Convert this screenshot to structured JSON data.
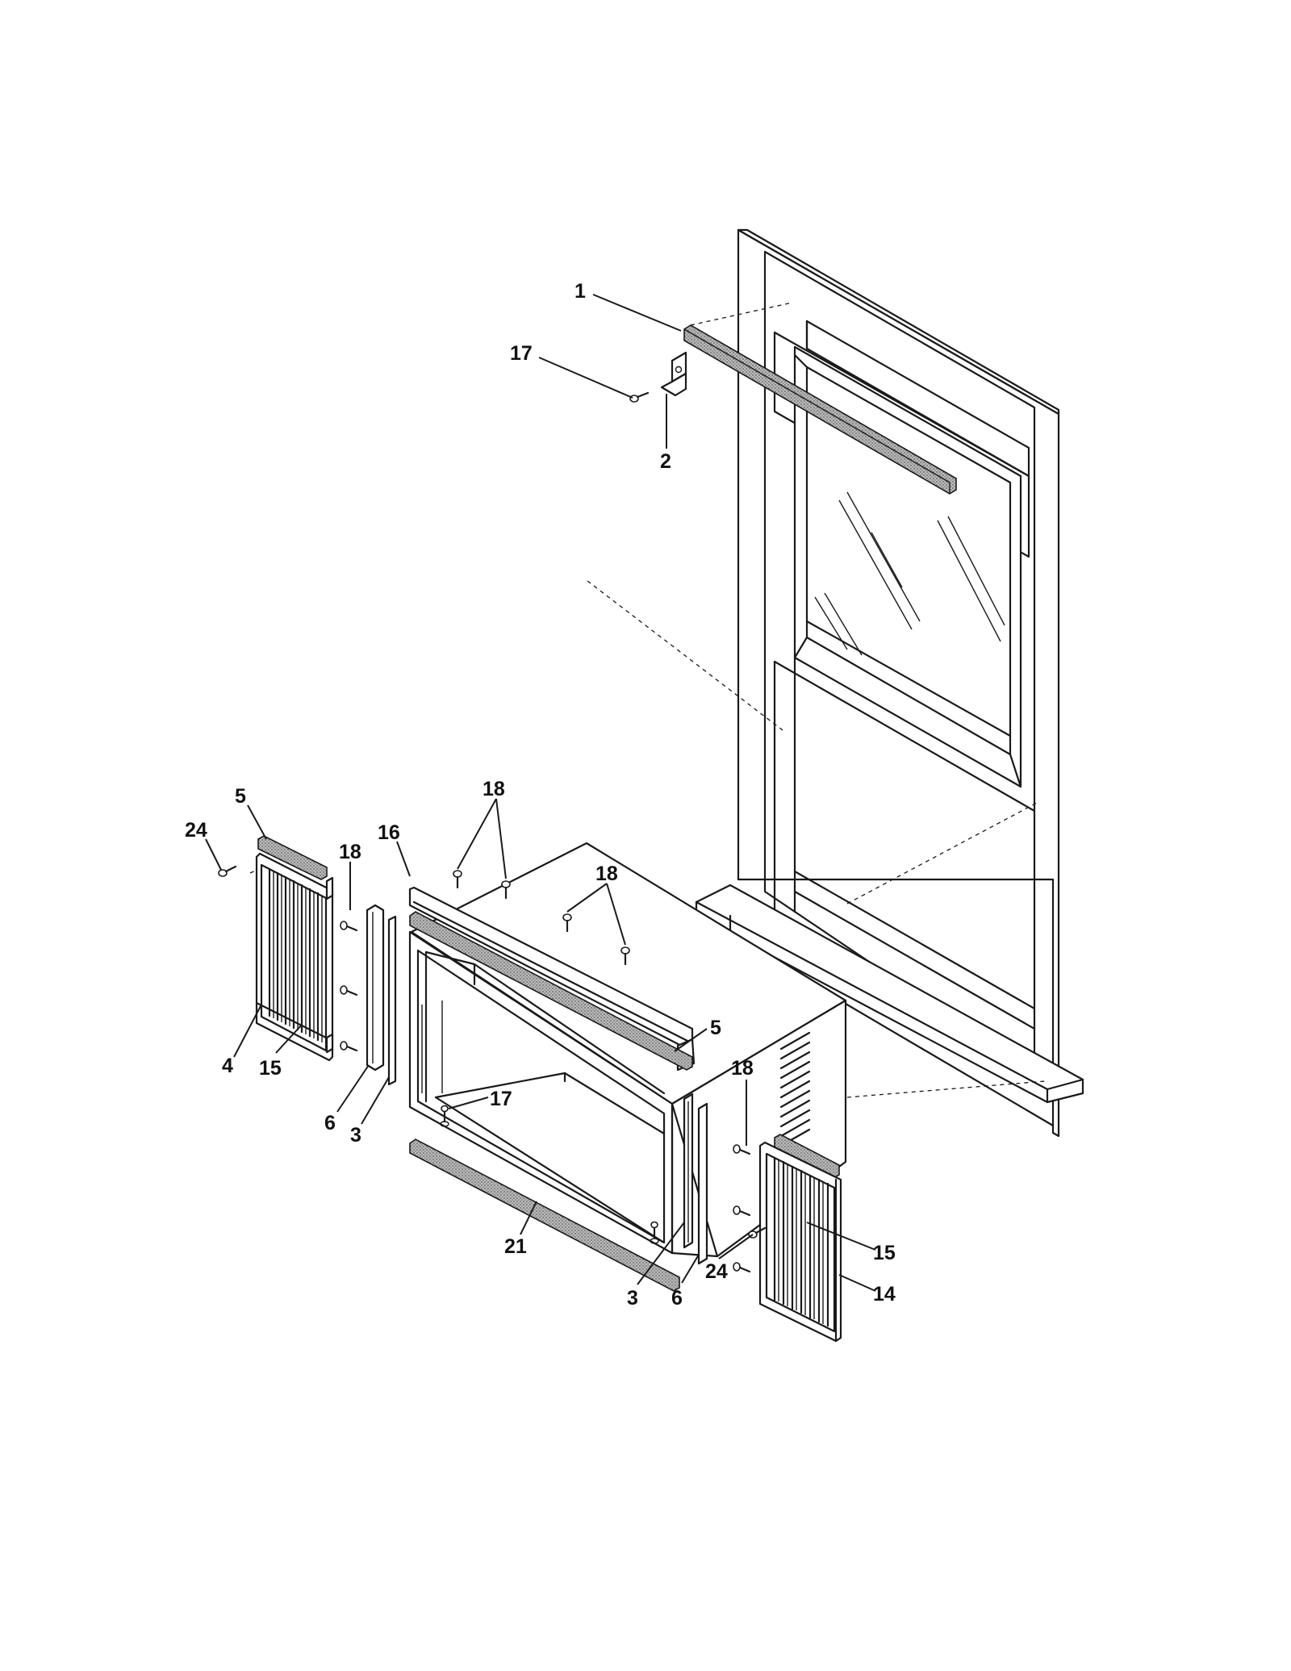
{
  "callouts": [
    {
      "id": "c1",
      "text": "1"
    },
    {
      "id": "c17a",
      "text": "17"
    },
    {
      "id": "c2",
      "text": "2"
    },
    {
      "id": "c5a",
      "text": "5"
    },
    {
      "id": "c24a",
      "text": "24"
    },
    {
      "id": "c18a",
      "text": "18"
    },
    {
      "id": "c16",
      "text": "16"
    },
    {
      "id": "c18b",
      "text": "18"
    },
    {
      "id": "c18c",
      "text": "18"
    },
    {
      "id": "c5b",
      "text": "5"
    },
    {
      "id": "c4",
      "text": "4"
    },
    {
      "id": "c15a",
      "text": "15"
    },
    {
      "id": "c6a",
      "text": "6"
    },
    {
      "id": "c3a",
      "text": "3"
    },
    {
      "id": "c17b",
      "text": "17"
    },
    {
      "id": "c18d",
      "text": "18"
    },
    {
      "id": "c21",
      "text": "21"
    },
    {
      "id": "c3b",
      "text": "3"
    },
    {
      "id": "c6b",
      "text": "6"
    },
    {
      "id": "c24b",
      "text": "24"
    },
    {
      "id": "c15b",
      "text": "15"
    },
    {
      "id": "c14",
      "text": "14"
    }
  ]
}
